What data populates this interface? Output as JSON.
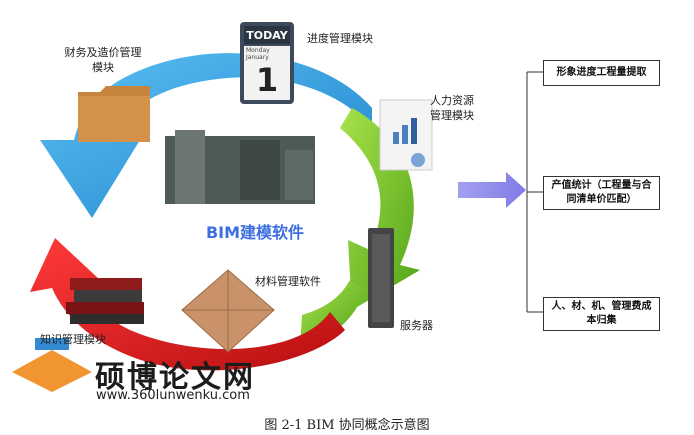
{
  "diagram": {
    "center_label": "BIM建模软件",
    "modules": {
      "progress": "进度管理模块",
      "finance": [
        "财务及造价管理",
        "模块"
      ],
      "hr": [
        "人力资源",
        "管理模块"
      ],
      "knowledge": "知识管理模块",
      "material": "材料管理软件",
      "server": "服务器"
    },
    "calendar": {
      "today": "TODAY",
      "weekday": "Monday",
      "month": "January",
      "day": "1"
    },
    "outputs": [
      {
        "text": "形象进度工程量提取"
      },
      {
        "text": "产值统计（工程量与合同清单价匹配）"
      },
      {
        "text": "人、材、机、管理费成本归集"
      }
    ],
    "colors": {
      "blue_arrow": "#2f9fe0",
      "green_arrow": "#6cc12a",
      "red_arrow": "#e0161a",
      "connector_arrow": "#8a86e8",
      "title_blue": "#3d6fe0"
    }
  },
  "watermark": {
    "name": "硕博论文网",
    "url": "www.360lunwenku.com"
  },
  "caption": "图 2-1 BIM 协同概念示意图"
}
